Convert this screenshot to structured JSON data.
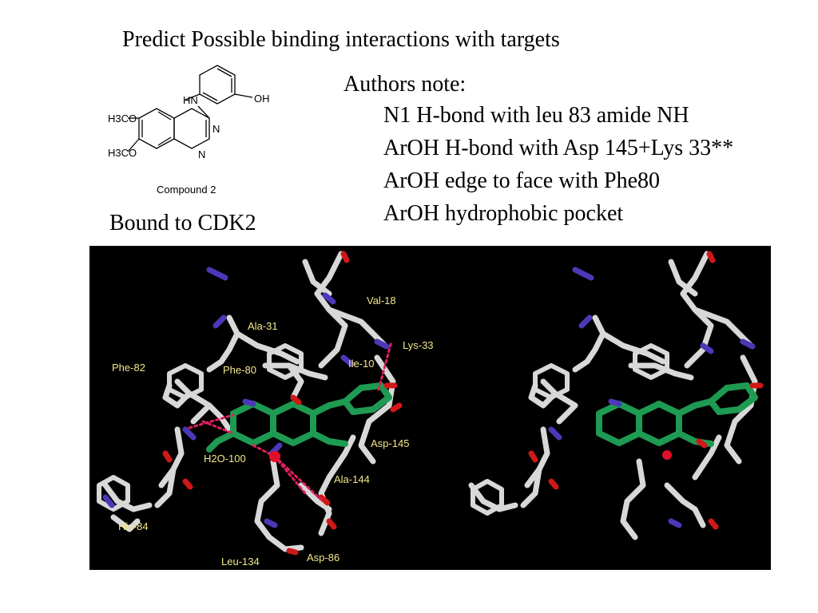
{
  "slide": {
    "title": "Predict Possible binding interactions with targets",
    "bound_label": "Bound to CDK2"
  },
  "notes": {
    "heading": "Authors note:",
    "items": [
      "N1 H-bond with leu 83 amide NH",
      "ArOH H-bond with Asp 145+Lys 33**",
      "ArOH edge to face with Phe80",
      "ArOH hydrophobic pocket"
    ]
  },
  "compound": {
    "caption": "Compound 2",
    "labels": {
      "nh": "HN",
      "oh": "OH",
      "n1": "N",
      "n3": "N",
      "ome1": "H3CO",
      "ome2": "H3CO"
    }
  },
  "residues": {
    "val18": "Val-18",
    "ala31": "Ala-31",
    "lys33": "Lys-33",
    "phe82": "Phe-82",
    "phe80": "Phe-80",
    "ile10": "Ile-10",
    "asp145": "Asp-145",
    "h2o100": "H2O-100",
    "ala144": "Ala-144",
    "his84": "His-84",
    "leu134": "Leu-134",
    "asp86": "Asp-86"
  },
  "colors": {
    "background": "#000000",
    "carbon": "#d8d8d8",
    "ligand": "#1e9a52",
    "nitrogen": "#4b38b8",
    "oxygen": "#d01818",
    "hbond": "#e0205a",
    "label": "#f3e78a"
  }
}
